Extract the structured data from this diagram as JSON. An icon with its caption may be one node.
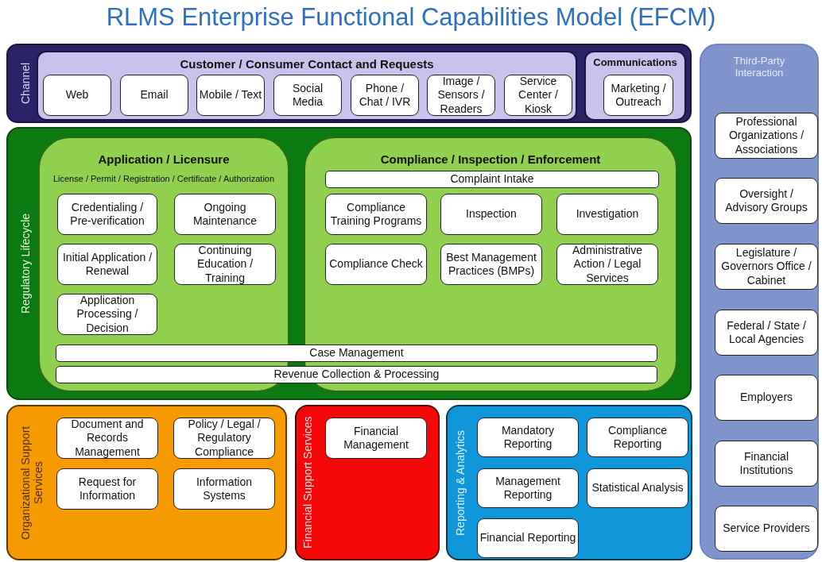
{
  "diagram": {
    "title": "RLMS Enterprise Functional Capabilities Model (EFCM)",
    "nodes": [
      {
        "text": [
          "Channel"
        ]
      },
      {
        "text": [
          "Customer / Consumer Contact and Requests"
        ],
        "in": 0
      },
      {
        "text": [
          "Web"
        ],
        "in": 1
      },
      {
        "text": [
          "Email"
        ],
        "in": 1
      },
      {
        "text": [
          "Mobile / Text"
        ],
        "in": 1
      },
      {
        "text": [
          "Social Media"
        ],
        "in": 1
      },
      {
        "text": [
          "Phone / Chat / IVR"
        ],
        "in": 1
      },
      {
        "text": [
          "Image / Sensors / Readers"
        ],
        "in": 1
      },
      {
        "text": [
          "Service Center / Kiosk"
        ],
        "in": 1
      },
      {
        "text": [
          "Communications"
        ],
        "in": 0
      },
      {
        "text": [
          "Marketing / Outreach"
        ],
        "in": 9
      },
      {
        "text": [
          "Regulatory Lifecycle"
        ]
      },
      {
        "text": [
          "Application / Licensure",
          "License / Permit / Registration / Certificate / Authorization"
        ],
        "in": 11
      },
      {
        "text": [
          "Credentialing / Pre-verification"
        ],
        "in": 12
      },
      {
        "text": [
          "Ongoing Maintenance"
        ],
        "in": 12
      },
      {
        "text": [
          "Initial Application / Renewal"
        ],
        "in": 12
      },
      {
        "text": [
          "Continuing Education / Training"
        ],
        "in": 12
      },
      {
        "text": [
          "Application Processing / Decision"
        ],
        "in": 12
      },
      {
        "text": [
          "Compliance / Inspection / Enforcement"
        ],
        "in": 11
      },
      {
        "text": [
          "Complaint Intake"
        ],
        "in": 18
      },
      {
        "text": [
          "Compliance Training Programs"
        ],
        "in": 18
      },
      {
        "text": [
          "Inspection"
        ],
        "in": 18
      },
      {
        "text": [
          "Investigation"
        ],
        "in": 18
      },
      {
        "text": [
          "Compliance Check"
        ],
        "in": 18
      },
      {
        "text": [
          "Best Management Practices (BMPs)"
        ],
        "in": 18
      },
      {
        "text": [
          "Administrative Action / Legal Services"
        ],
        "in": 18
      },
      {
        "text": [
          "Case Management"
        ],
        "in": 11
      },
      {
        "text": [
          "Revenue Collection & Processing"
        ],
        "in": 11
      },
      {
        "text": [
          "Organizational Support Services"
        ]
      },
      {
        "text": [
          "Document and Records Management"
        ],
        "in": 28
      },
      {
        "text": [
          "Policy / Legal / Regulatory Compliance"
        ],
        "in": 28
      },
      {
        "text": [
          "Request for Information"
        ],
        "in": 28
      },
      {
        "text": [
          "Information Systems"
        ],
        "in": 28
      },
      {
        "text": [
          "Financial Support Services"
        ]
      },
      {
        "text": [
          "Financial Management"
        ],
        "in": 33
      },
      {
        "text": [
          "Reporting & Analytics"
        ]
      },
      {
        "text": [
          "Mandatory Reporting"
        ],
        "in": 35
      },
      {
        "text": [
          "Compliance Reporting"
        ],
        "in": 35
      },
      {
        "text": [
          "Management Reporting"
        ],
        "in": 35
      },
      {
        "text": [
          "Statistical Analysis"
        ],
        "in": 35
      },
      {
        "text": [
          "Financial Reporting"
        ],
        "in": 35
      },
      {
        "text": [
          "Third-Party Interaction"
        ]
      },
      {
        "text": [
          "Professional Organizations / Associations"
        ],
        "in": 41
      },
      {
        "text": [
          "Oversight / Advisory Groups"
        ],
        "in": 41
      },
      {
        "text": [
          "Legislature / Governors Office / Cabinet"
        ],
        "in": 41
      },
      {
        "text": [
          "Federal / State / Local Agencies"
        ],
        "in": 41
      },
      {
        "text": [
          "Employers"
        ],
        "in": 41
      },
      {
        "text": [
          "Financial Institutions"
        ],
        "in": 41
      },
      {
        "text": [
          "Service Providers"
        ],
        "in": 41
      }
    ],
    "edges": []
  }
}
